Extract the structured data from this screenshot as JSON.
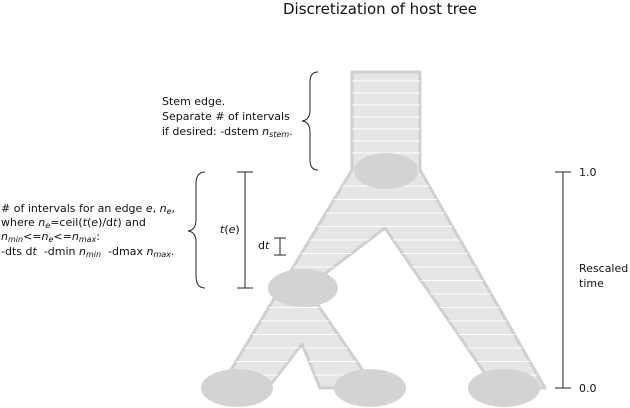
{
  "title": "Discretization of host tree",
  "stem_note": {
    "line1": "Stem edge.",
    "line2": "Separate # of intervals",
    "line3_pre": "if desired: -dstem ",
    "line3_var": "n",
    "line3_sub": "stem",
    "line3_post": "."
  },
  "edge_note": {
    "l1_pre": "# of intervals for an edge ",
    "l1_e": "e",
    "l1_mid": ", ",
    "l1_n": "n",
    "l1_sub": "e",
    "l1_post": ",",
    "l2_pre": "where ",
    "l2_n": "n",
    "l2_sub": "e",
    "l2_mid": "=ceil(",
    "l2_t": "t",
    "l2_paren": "(",
    "l2_e": "e",
    "l2_close": ")/d",
    "l2_t2": "t",
    "l2_post": ") and",
    "l3_n1": "n",
    "l3_sub1": "min",
    "l3_op1": "<=",
    "l3_n2": "n",
    "l3_sub2": "e",
    "l3_op2": "<=",
    "l3_n3": "n",
    "l3_sub3": "max",
    "l3_post": ":",
    "l4_a": "-dts d",
    "l4_t": "t",
    "l4_b": "  -dmin ",
    "l4_n1": "n",
    "l4_sub1": "min",
    "l4_c": "  -dmax ",
    "l4_n2": "n",
    "l4_sub2": "max",
    "l4_post": "."
  },
  "te_label": {
    "t": "t",
    "paren_open": "(",
    "e": "e",
    "paren_close": ")"
  },
  "dt_label": {
    "d": "d",
    "t": "t"
  },
  "timescale": {
    "top_tick": "1.0",
    "bottom_tick": "0.0",
    "label_line1": "Rescaled",
    "label_line2": "time"
  },
  "colors": {
    "tree_fill": "#e6e6e6",
    "tree_stroke": "#cfcfcf",
    "node_fill": "#d3d3d3",
    "interval_line": "#ffffff",
    "bracket": "#222222"
  }
}
